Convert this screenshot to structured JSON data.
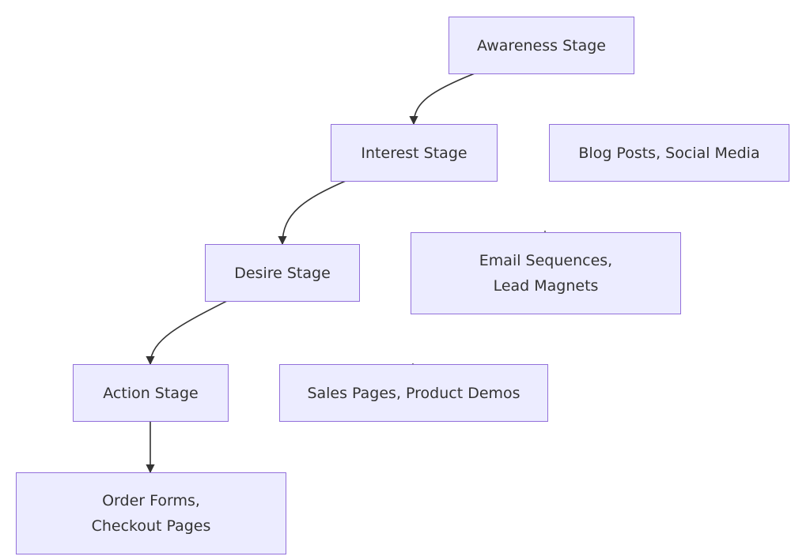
{
  "diagram": {
    "nodes": {
      "awareness": "Awareness Stage",
      "interest": "Interest Stage",
      "desire": "Desire Stage",
      "action": "Action Stage",
      "awareness_content": "Blog Posts, Social Media",
      "interest_content": "Email Sequences, Lead Magnets",
      "desire_content": "Sales Pages, Product Demos",
      "action_content": "Order Forms, Checkout Pages"
    },
    "edges": [
      {
        "from": "awareness",
        "to": "interest"
      },
      {
        "from": "interest",
        "to": "desire"
      },
      {
        "from": "desire",
        "to": "action"
      },
      {
        "from": "action",
        "to": "action_content"
      }
    ],
    "colors": {
      "node_fill": "#ececff",
      "node_border": "#9370db",
      "edge": "#333333",
      "text": "#333333"
    }
  }
}
